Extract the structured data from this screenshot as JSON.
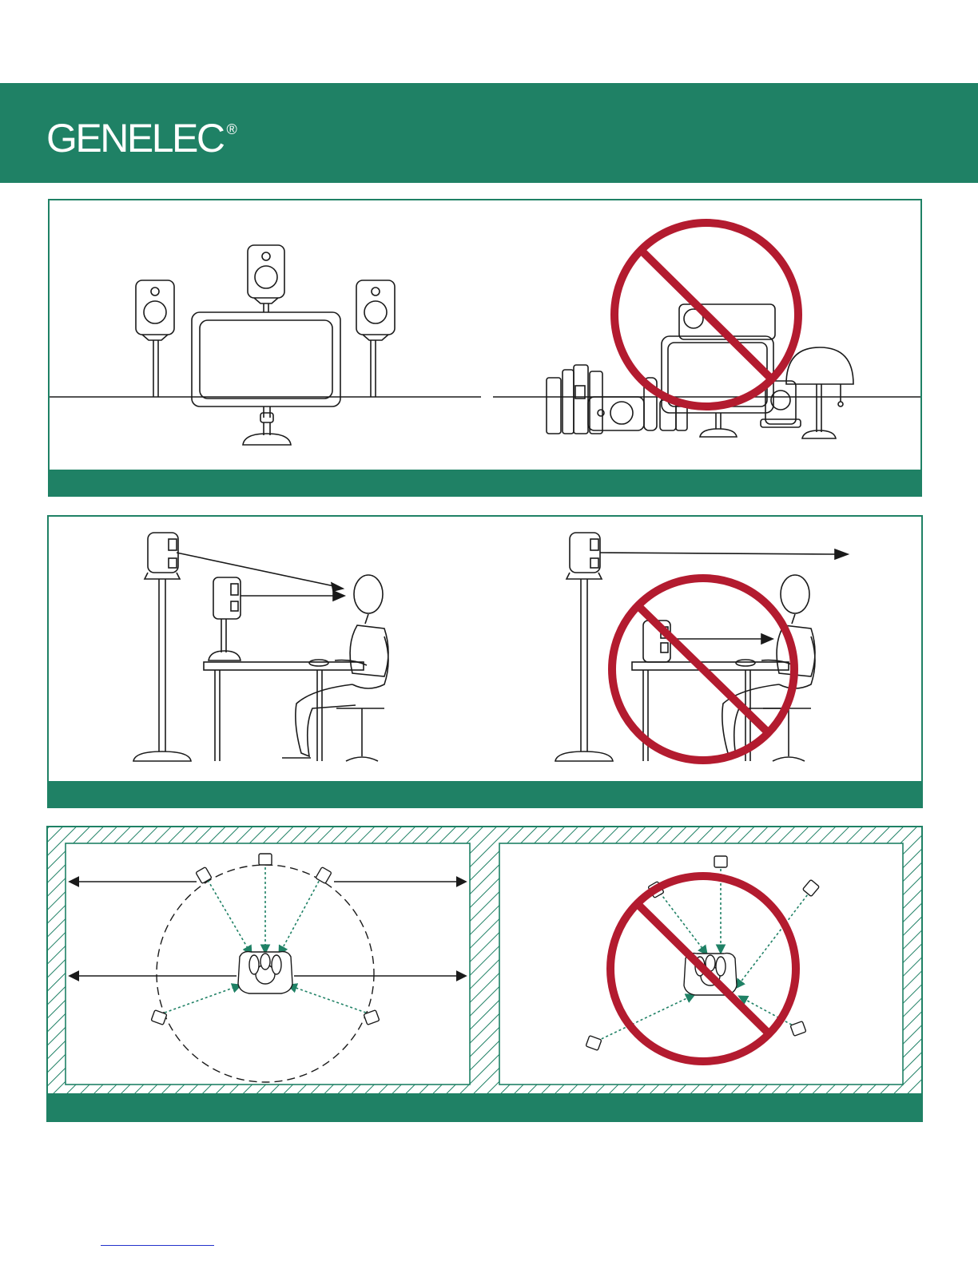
{
  "brand": {
    "name": "GENELEC",
    "mark": "®",
    "color": "#1f8165"
  },
  "colors": {
    "accent": "#1f8165",
    "prohibition": "#b31b2f",
    "line": "#1a1a1a",
    "arrow_dotted": "#1f8165"
  },
  "panels": [
    {
      "id": "placement-obstruction",
      "left_illustration": "speakers-on-stands-around-monitor",
      "right_illustration": "speakers-blocked-by-objects-prohibited"
    },
    {
      "id": "tweeter-height",
      "left_illustration": "tweeters-aimed-at-ear-height",
      "right_illustration": "tweeter-above-listener-prohibited"
    },
    {
      "id": "room-symmetry",
      "left_illustration": "symmetric-surround-circle",
      "right_illustration": "asymmetric-surround-prohibited"
    }
  ],
  "footer": {
    "link_text": ""
  }
}
